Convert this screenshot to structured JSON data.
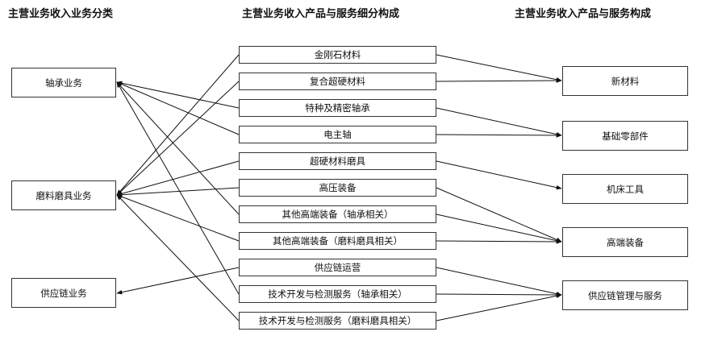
{
  "headers": {
    "left": "主营业务收入业务分类",
    "middle": "主营业务收入产品与服务细分构成",
    "right": "主营业务收入产品与服务构成"
  },
  "business": [
    {
      "id": "bearing",
      "label": "轴承业务"
    },
    {
      "id": "abrasive",
      "label": "磨料磨具业务"
    },
    {
      "id": "supply",
      "label": "供应链业务"
    }
  ],
  "products": [
    {
      "id": "diamond",
      "label": "金刚石材料"
    },
    {
      "id": "composite",
      "label": "复合超硬材料"
    },
    {
      "id": "special_bearing",
      "label": "特种及精密轴承"
    },
    {
      "id": "spindle",
      "label": "电主轴"
    },
    {
      "id": "superhard_tools",
      "label": "超硬材料磨具"
    },
    {
      "id": "high_pressure",
      "label": "高压装备"
    },
    {
      "id": "other_equip_bearing",
      "label": "其他高端装备（轴承相关）"
    },
    {
      "id": "other_equip_abrasive",
      "label": "其他高端装备（磨料磨具相关）"
    },
    {
      "id": "supply_ops",
      "label": "供应链运营"
    },
    {
      "id": "tech_bearing",
      "label": "技术开发与检测服务（轴承相关）"
    },
    {
      "id": "tech_abrasive",
      "label": "技术开发与检测服务（磨料磨具相关）"
    }
  ],
  "categories": [
    {
      "id": "new_material",
      "label": "新材料"
    },
    {
      "id": "base_parts",
      "label": "基础零部件"
    },
    {
      "id": "machine_tools",
      "label": "机床工具"
    },
    {
      "id": "high_end_equip",
      "label": "高端装备"
    },
    {
      "id": "supply_mgmt",
      "label": "供应链管理与服务"
    }
  ],
  "business_links": [
    [
      "special_bearing",
      "bearing"
    ],
    [
      "spindle",
      "bearing"
    ],
    [
      "other_equip_bearing",
      "bearing"
    ],
    [
      "tech_bearing",
      "bearing"
    ],
    [
      "diamond",
      "abrasive"
    ],
    [
      "composite",
      "abrasive"
    ],
    [
      "superhard_tools",
      "abrasive"
    ],
    [
      "high_pressure",
      "abrasive"
    ],
    [
      "other_equip_abrasive",
      "abrasive"
    ],
    [
      "tech_abrasive",
      "abrasive"
    ],
    [
      "supply_ops",
      "supply"
    ]
  ],
  "category_links": [
    [
      "diamond",
      "new_material"
    ],
    [
      "composite",
      "new_material"
    ],
    [
      "special_bearing",
      "base_parts"
    ],
    [
      "spindle",
      "base_parts"
    ],
    [
      "superhard_tools",
      "machine_tools"
    ],
    [
      "high_pressure",
      "high_end_equip"
    ],
    [
      "other_equip_bearing",
      "high_end_equip"
    ],
    [
      "other_equip_abrasive",
      "high_end_equip"
    ],
    [
      "supply_ops",
      "supply_mgmt"
    ],
    [
      "tech_bearing",
      "supply_mgmt"
    ],
    [
      "tech_abrasive",
      "supply_mgmt"
    ]
  ]
}
